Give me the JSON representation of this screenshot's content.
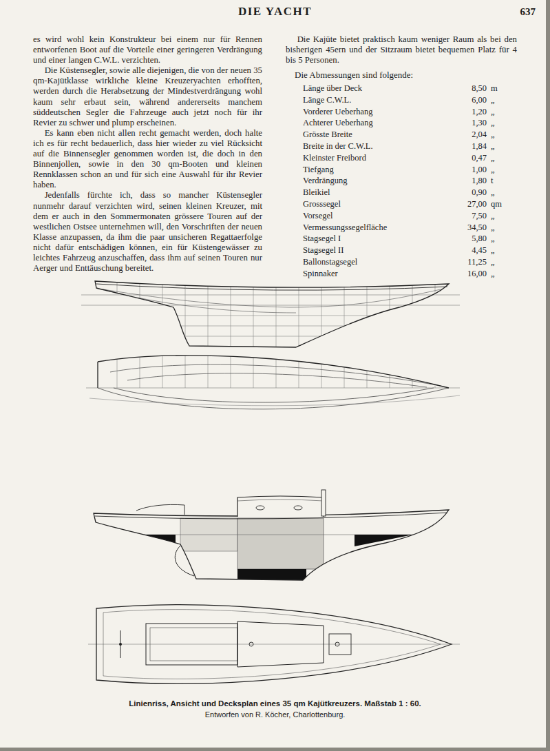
{
  "diagram": {
    "title": "DIE YACHT",
    "caption": "Linienriss, Ansicht und Decksplan eines 35 qm Kajütkreuzers. Maßstab 1 : 60.",
    "labels": [
      "637",
      "es wird wohl kein Konstrukteur bei einem nur für Rennen entworfenen Boot auf die Vorteile einer geringeren Verdrängung und einer langen C.W.L. verzichten.",
      "Die Küstensegler, sowie alle diejenigen, die von der neuen 35 qm-Kajütklasse wirkliche kleine Kreuzeryachten erhofften, werden durch die Herabsetzung der Mindestverdrängung wohl kaum sehr erbaut sein, während andererseits manchem süddeutschen Segler die Fahrzeuge auch jetzt noch für ihr Revier zu schwer und plump erscheinen.",
      "Es kann eben nicht allen recht gemacht werden, doch halte ich es für recht bedauerlich, dass hier wieder zu viel Rücksicht auf die Binnensegler genommen worden ist, die doch in den Binnenjollen, sowie in den 30 qm-Booten und kleinen Rennklassen schon an und für sich eine Auswahl für ihr Revier haben.",
      "Jedenfalls fürchte ich, dass so mancher Küstensegler nunmehr darauf verzichten wird, seinen kleinen Kreuzer, mit dem er auch in den Sommermonaten grössere Touren auf der westlichen Ostsee unternehmen will, den Vorschriften der neuen Klasse anzupassen, da ihm die paar unsicheren Regattaerfolge nicht dafür entschädigen können, ein für Küstengewässer zu leichtes Fahrzeug anzuschaffen, dass ihm auf seinen Touren nur Aerger und Enttäuschung bereitet.",
      "Die Kajüte bietet praktisch kaum weniger Raum als bei den bisherigen 45ern und der Sitzraum bietet bequemen Platz für 4 bis 5 Personen.",
      "Die Abmessungen sind folgende:",
      "Länge über Deck",
      "8,50",
      "m",
      "Länge C.W.L.",
      "6,00",
      "„",
      "Vorderer Ueberhang",
      "1,20",
      "„",
      "Achterer Ueberhang",
      "1,30",
      "„",
      "Grösste Breite",
      "2,04",
      "„",
      "Breite in der C.W.L.",
      "1,84",
      "„",
      "Kleinster Freibord",
      "0,47",
      "„",
      "Tiefgang",
      "1,00",
      "„",
      "Verdrängung",
      "1,80",
      "t",
      "Bleikiel",
      "0,90",
      "„",
      "Grosssegel",
      "27,00",
      "qm",
      "Vorsegel",
      "7,50",
      "„",
      "Vermessungssegelfläche",
      "34,50",
      "„",
      "Stagsegel I",
      "5,80",
      "„",
      "Stagsegel II",
      "4,45",
      "„",
      "Ballonstagsegel",
      "11,25",
      "„",
      "Spinnaker",
      "16,00",
      "„",
      "Entworfen von R. Köcher, Charlottenburg."
    ]
  }
}
